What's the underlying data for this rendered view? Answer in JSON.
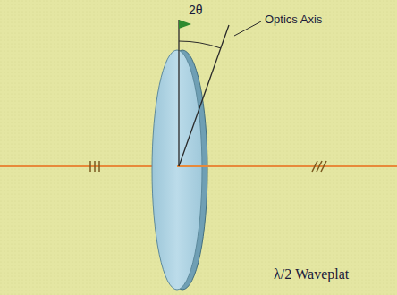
{
  "diagram": {
    "labels": [
      "2θ",
      "Optics Axis",
      "λ/2 Waveplat"
    ]
  }
}
